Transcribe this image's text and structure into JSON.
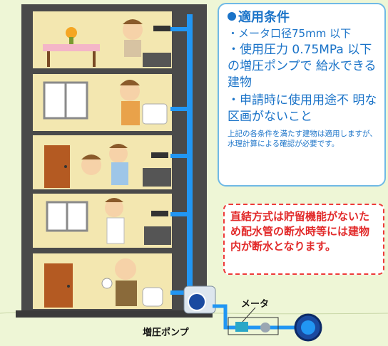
{
  "conditions": {
    "title": "適用条件",
    "items": [
      "・メータ口径75mm 以下",
      "・使用圧力 0.75MPa 以下の増圧ポンプで 給水できる建物",
      "・申請時に使用用途不 明な区画がないこと"
    ],
    "note": "上記の各条件を満たす建物は適用しますが、水理計算による確認が必要です。"
  },
  "warning": {
    "text": "直結方式は貯留機能がないため配水管の断水時等には建物内が断水となります。"
  },
  "labels": {
    "meter": "メータ",
    "pump": "増圧ポンプ"
  },
  "colors": {
    "accent_blue": "#1a73c8",
    "warning_red": "#e22a2a",
    "pipe_blue": "#2196f3",
    "building": "#4a4a4a",
    "room": "#f3e7b0"
  }
}
